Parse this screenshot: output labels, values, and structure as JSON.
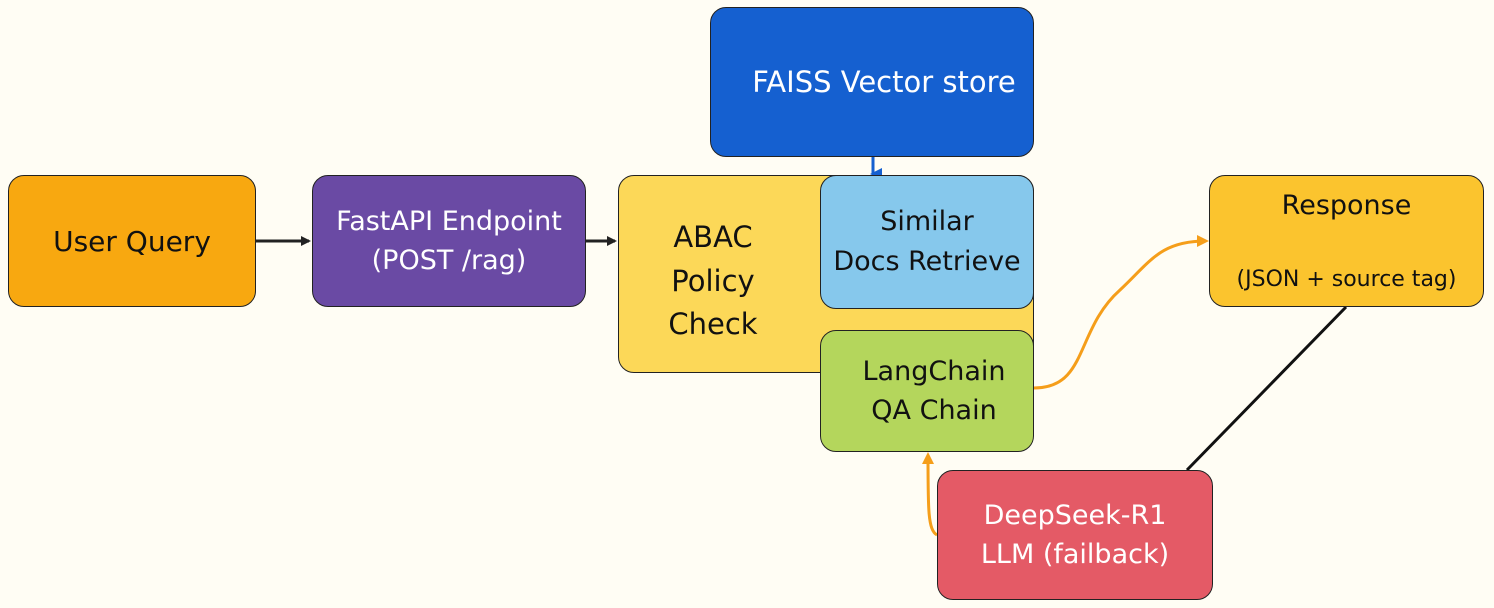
{
  "nodes": {
    "user_query": "User Query",
    "fastapi": "FastAPI Endpoint\n(POST /rag)",
    "abac": "ABAC\nPolicy\nCheck",
    "faiss": "FAISS Vector store",
    "similar": "Similar\nDocs Retrieve",
    "langchain": "LangChain\nQA Chain",
    "response_title": "Response",
    "response_sub": "(JSON + source tag)",
    "deepseek": "DeepSeek-R1\nLLM (failback)"
  },
  "colors": {
    "user_query": "#f8a810",
    "fastapi": "#6a4aa4",
    "abac": "#fcd858",
    "faiss": "#1560d0",
    "similar": "#86c8ec",
    "langchain": "#b4d65c",
    "response": "#fbc42e",
    "deepseek": "#e45a66",
    "arrow_dark": "#222222",
    "arrow_orange": "#f59e1a",
    "arrow_blue": "#1560d0"
  }
}
